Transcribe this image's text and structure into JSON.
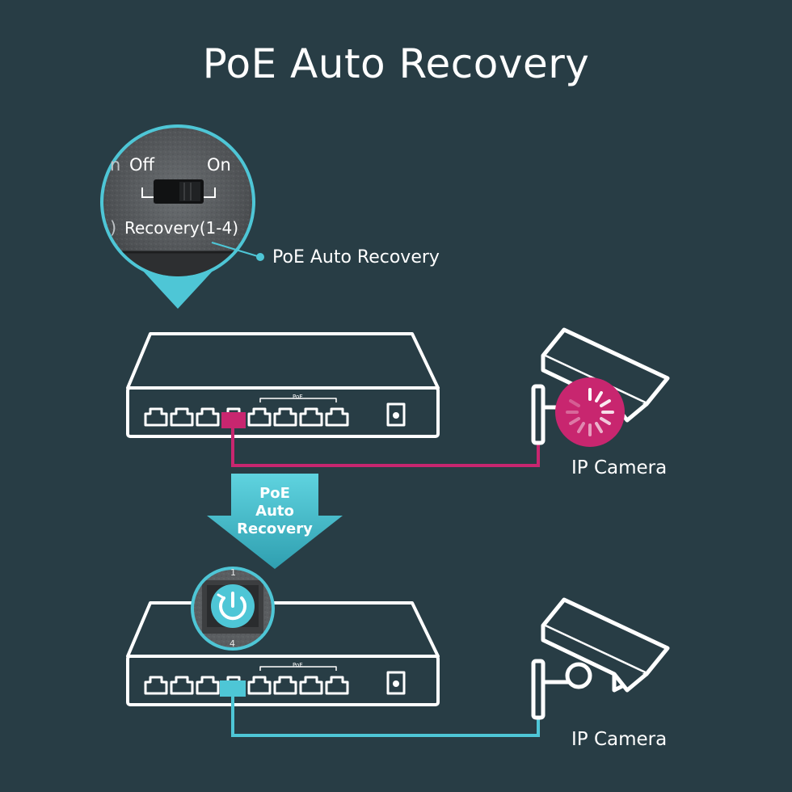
{
  "title": "PoE Auto Recovery",
  "switch_panel": {
    "off_label": "Off",
    "on_label": "On",
    "recovery_label": "Recovery(1-4)",
    "left_fragment_top": "n",
    "left_fragment_bottom": ")"
  },
  "callout_label": "PoE Auto Recovery",
  "arrow": {
    "lines": [
      "PoE",
      "Auto",
      "Recovery"
    ]
  },
  "devices": {
    "top_switch": {
      "poe_tag": "PoE"
    },
    "bottom_switch": {
      "poe_tag": "PoE",
      "port_top": "1",
      "port_bottom": "4"
    }
  },
  "cameras": [
    {
      "label": "IP Camera",
      "status": "connecting"
    },
    {
      "label": "IP Camera",
      "status": "recovered"
    }
  ],
  "colors": {
    "background": "#283d45",
    "accent_teal": "#4ec6d6",
    "accent_magenta": "#c8266f",
    "line_white": "#ffffff"
  },
  "icons": [
    "power-cycle-icon",
    "loading-spinner-icon",
    "ip-camera-icon",
    "network-switch-icon"
  ]
}
